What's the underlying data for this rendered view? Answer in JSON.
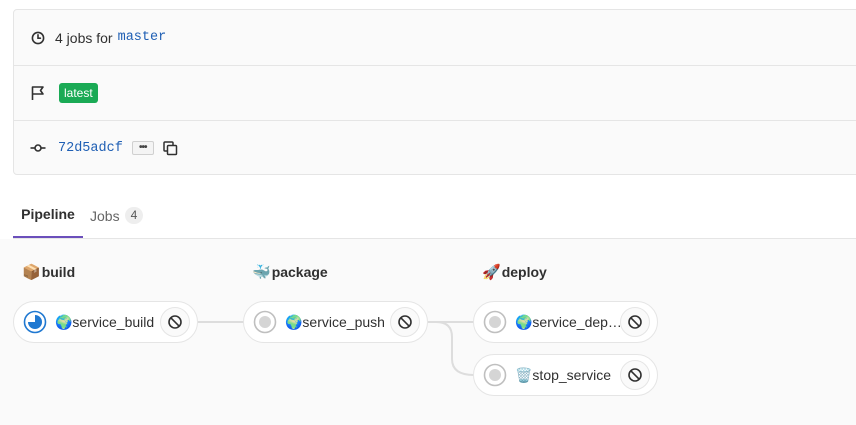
{
  "info": {
    "jobs_text": "4 jobs for",
    "branch": "master",
    "badge": "latest",
    "sha": "72d5adcf",
    "ellipsis": "•••"
  },
  "tabs": {
    "pipeline": "Pipeline",
    "jobs": "Jobs",
    "jobs_count": "4"
  },
  "stages": [
    {
      "emoji": "📦",
      "name": "build"
    },
    {
      "emoji": "🐳",
      "name": "package"
    },
    {
      "emoji": "🚀",
      "name": "deploy"
    }
  ],
  "jobs": [
    {
      "label": "🌍service_build",
      "status": "running"
    },
    {
      "label": "🌍service_push",
      "status": "created"
    },
    {
      "label": "🌍service_deploy",
      "status": "created"
    },
    {
      "label": "🗑️stop_service",
      "status": "created"
    }
  ],
  "colors": {
    "accent": "#6b4fbb",
    "badge": "#1aaa55",
    "link": "#1f5fb4",
    "running": "#1f78d1"
  },
  "icons": {
    "jobs_icon": "clock-icon",
    "badge_icon": "flag-icon",
    "commit_icon": "commit-icon",
    "copy_icon": "copy-icon",
    "cancel_icon": "cancel-icon"
  }
}
